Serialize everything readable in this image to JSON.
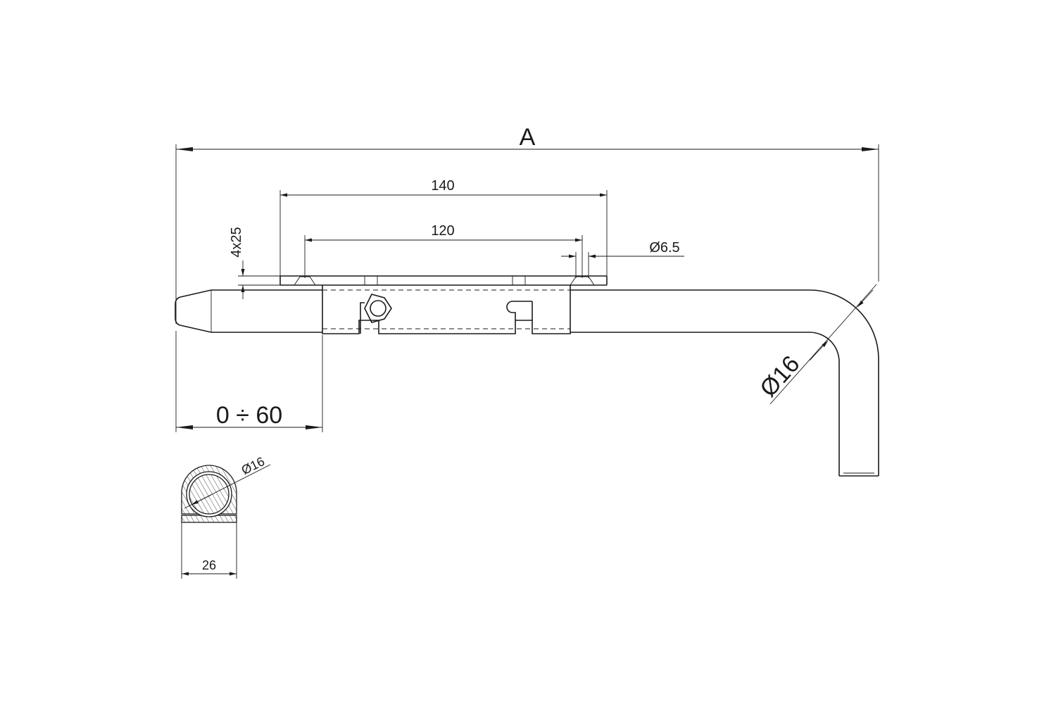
{
  "dimensions": {
    "overall_length": "A",
    "plate_length": "140",
    "hole_spacing": "120",
    "hole_diameter": "Ø6.5",
    "plate_thickness": "4x25",
    "travel": "0 ÷ 60",
    "rod_diameter": "Ø16",
    "section_rod_diameter": "Ø16",
    "section_width": "26"
  },
  "colors": {
    "line": "#1a1a1a",
    "background": "#ffffff"
  }
}
